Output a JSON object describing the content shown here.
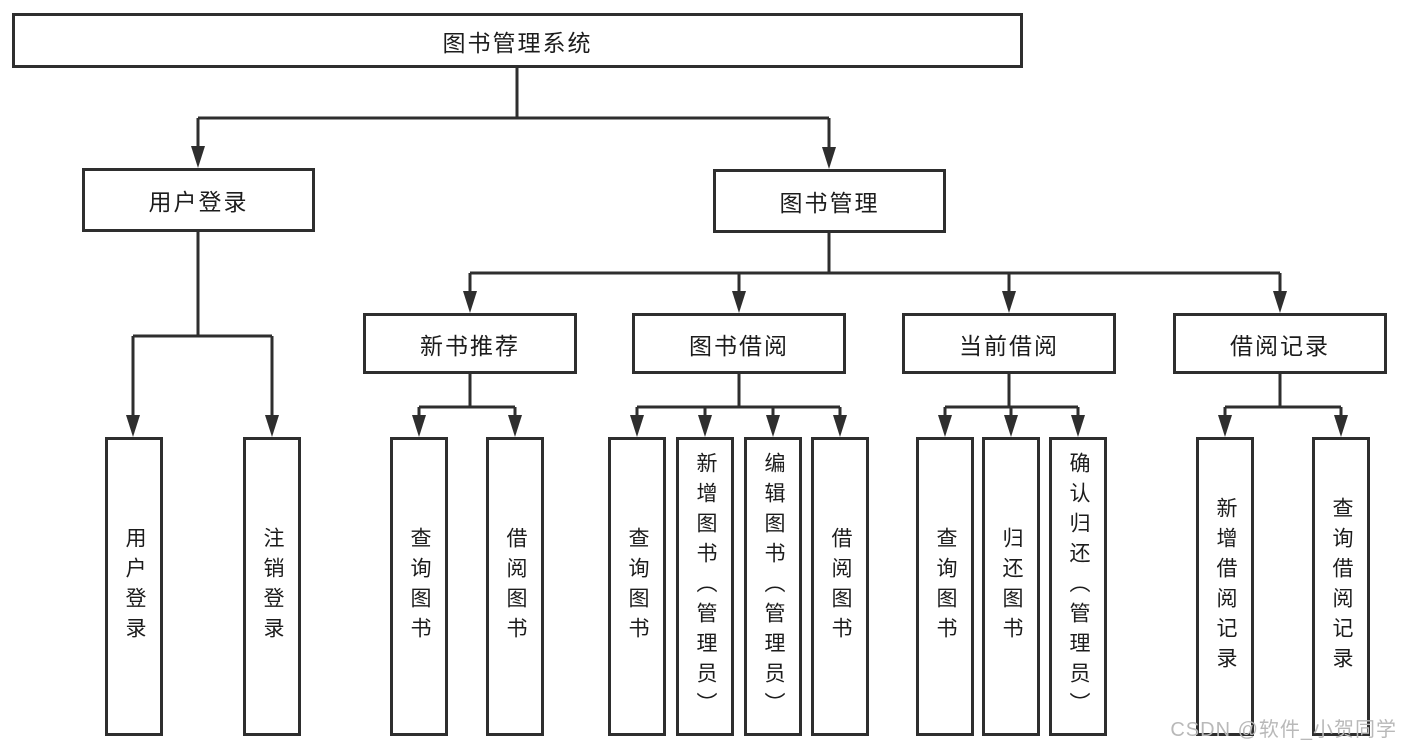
{
  "diagram": {
    "root": {
      "label": "图书管理系统"
    },
    "branches": [
      {
        "label": "用户登录",
        "children": [
          {
            "label": "用户登录"
          },
          {
            "label": "注销登录"
          }
        ]
      },
      {
        "label": "图书管理",
        "children": [
          {
            "label": "新书推荐",
            "children": [
              {
                "label": "查询图书"
              },
              {
                "label": "借阅图书"
              }
            ]
          },
          {
            "label": "图书借阅",
            "children": [
              {
                "label": "查询图书"
              },
              {
                "label": "新增图书（管理员）"
              },
              {
                "label": "编辑图书（管理员）"
              },
              {
                "label": "借阅图书"
              }
            ]
          },
          {
            "label": "当前借阅",
            "children": [
              {
                "label": "查询图书"
              },
              {
                "label": "归还图书"
              },
              {
                "label": "确认归还（管理员）"
              }
            ]
          },
          {
            "label": "借阅记录",
            "children": [
              {
                "label": "新增借阅记录"
              },
              {
                "label": "查询借阅记录"
              }
            ]
          }
        ]
      }
    ]
  },
  "watermark": "CSDN @软件_小贺同学",
  "colors": {
    "line": "#2e2e2e",
    "text": "#1c1c1c",
    "watermark_text": "#b9b9b9",
    "background": "#ffffff"
  }
}
